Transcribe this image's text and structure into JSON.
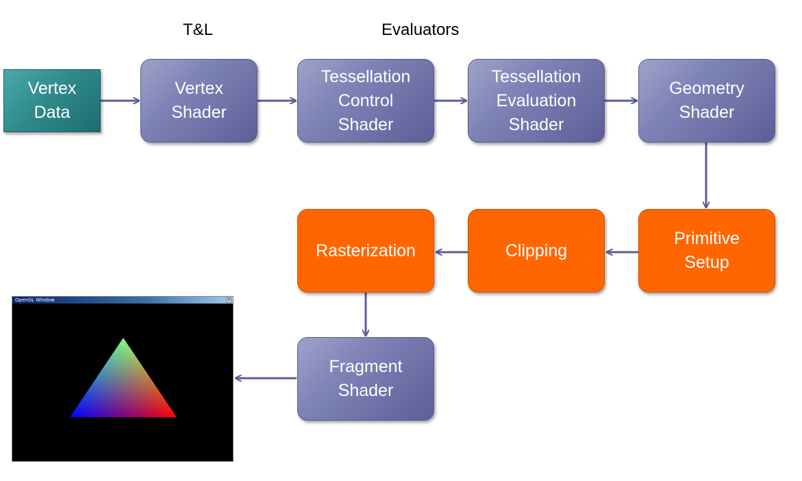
{
  "headings": {
    "tl": "T&L",
    "evaluators": "Evaluators"
  },
  "stages": {
    "vertex_data": "Vertex\nData",
    "vertex_shader": "Vertex\nShader",
    "tess_control": "Tessellation\nControl\nShader",
    "tess_eval": "Tessellation\nEvaluation\nShader",
    "geometry_shader": "Geometry\nShader",
    "primitive_setup": "Primitive\nSetup",
    "clipping": "Clipping",
    "rasterization": "Rasterization",
    "fragment_shader": "Fragment\nShader"
  },
  "window": {
    "title": "OpenGL Window",
    "close_glyph": "×"
  },
  "colors": {
    "programmable_stage": "#7f84b7",
    "fixed_function_stage": "#ff6600",
    "vertex_data": "#2f8b8c",
    "arrow": "#5a5d96",
    "triangle_vertices": [
      "#00ff00",
      "#0000ff",
      "#ff0000"
    ]
  }
}
